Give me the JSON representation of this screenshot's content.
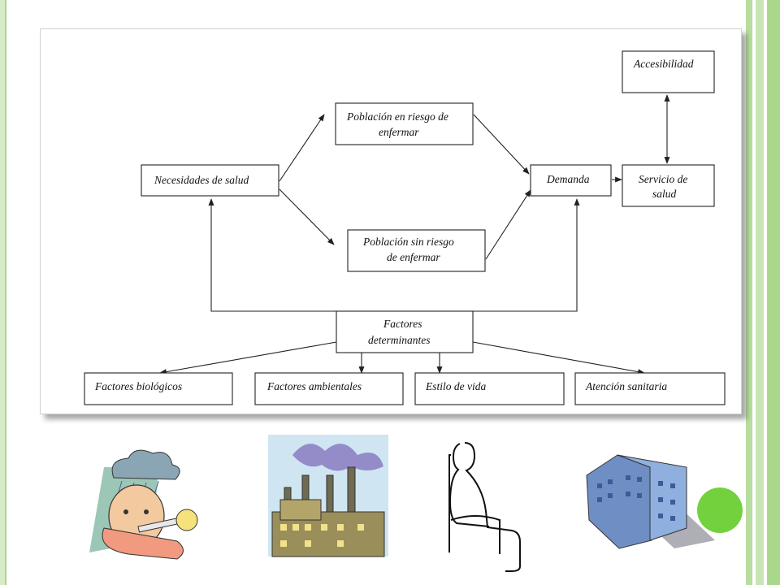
{
  "diagram": {
    "nodes": {
      "accesibilidad": [
        "Accesibilidad"
      ],
      "poblacion_riesgo": [
        "Población en riesgo de",
        "enfermar"
      ],
      "necesidades": [
        "Necesidades de salud"
      ],
      "demanda": [
        "Demanda"
      ],
      "servicio": [
        "Servicio de",
        "salud"
      ],
      "poblacion_sin_riesgo": [
        "Población sin riesgo",
        "de enfermar"
      ],
      "factores_determinantes": [
        "Factores",
        "determinantes"
      ],
      "factores_biologicos": [
        "Factores biológicos"
      ],
      "factores_ambientales": [
        "Factores ambientales"
      ],
      "estilo_vida": [
        "Estilo de vida"
      ],
      "atencion_sanitaria": [
        "Atención sanitaria"
      ]
    }
  },
  "illustrations": [
    "sick-person-illustration",
    "factory-illustration",
    "seated-person-illustration",
    "hospital-building-illustration"
  ],
  "colors": {
    "accent_green": "#73d13d",
    "frame_green": "#a9d78c"
  }
}
